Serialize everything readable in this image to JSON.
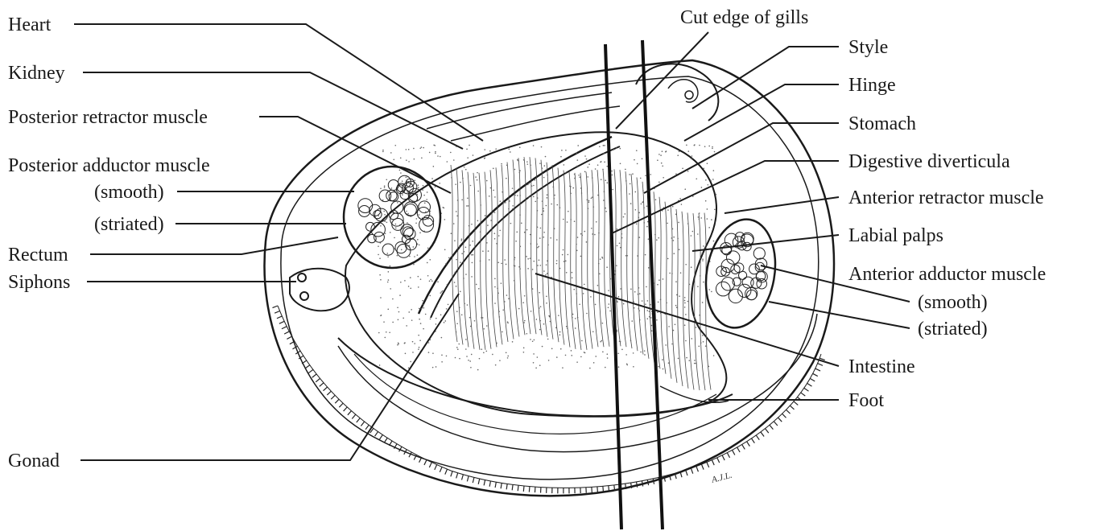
{
  "labels": {
    "heart": "Heart",
    "kidney": "Kidney",
    "posterior_retractor": "Posterior retractor muscle",
    "posterior_adductor": "Posterior adductor muscle",
    "post_smooth": "(smooth)",
    "post_striated": "(striated)",
    "rectum": "Rectum",
    "siphons": "Siphons",
    "gonad": "Gonad",
    "cut_edge_gills": "Cut edge of gills",
    "style": "Style",
    "hinge": "Hinge",
    "stomach": "Stomach",
    "digestive_diverticula": "Digestive diverticula",
    "anterior_retractor": "Anterior retractor muscle",
    "labial_palps": "Labial palps",
    "anterior_adductor": "Anterior adductor muscle",
    "ant_smooth": "(smooth)",
    "ant_striated": "(striated)",
    "intestine": "Intestine",
    "foot": "Foot"
  },
  "signature": "A.J.L."
}
